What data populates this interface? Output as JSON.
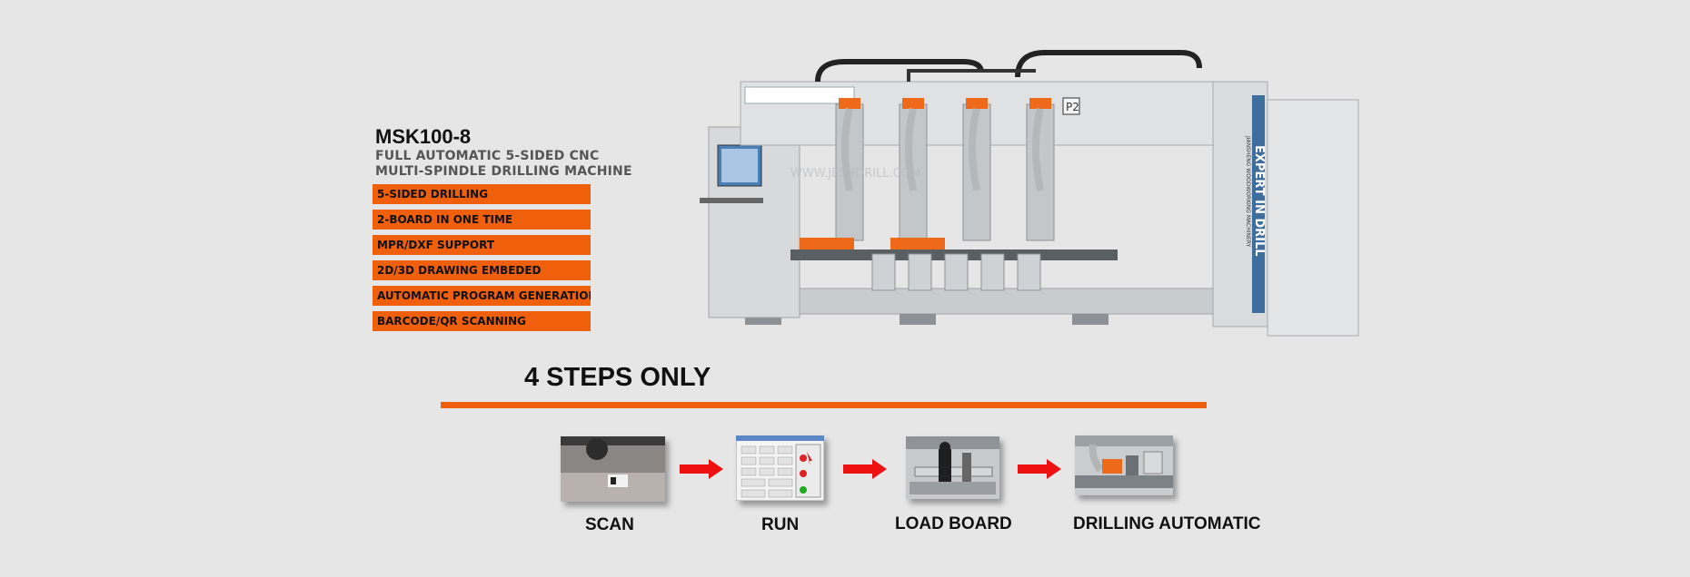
{
  "product": {
    "model": "MSK100-8",
    "subtitle": "FULL AUTOMATIC 5-SIDED CNC\nMULTI-SPINDLE DRILLING MACHINE"
  },
  "features": [
    "5-SIDED DRILLING",
    "2-BOARD IN ONE TIME",
    "MPR/DXF SUPPORT",
    "2D/3D DRAWING EMBEDED",
    "AUTOMATIC PROGRAM GENERATION",
    "BARCODE/QR SCANNING"
  ],
  "machine": {
    "badge": "P2",
    "side_text": "EXPERT IN DRILL",
    "side_small": "JIANSHENG WOODWORKING MACHINERY",
    "watermark": "WWW.JESHDRILL.COM"
  },
  "steps": {
    "heading": "4 STEPS ONLY",
    "items": [
      {
        "label": "SCAN",
        "icon": "barcode-scan-photo"
      },
      {
        "label": "RUN",
        "icon": "software-screen-photo"
      },
      {
        "label": "LOAD BOARD",
        "icon": "operator-loading-photo"
      },
      {
        "label": "DRILLING AUTOMATIC",
        "icon": "drilling-head-photo"
      }
    ]
  },
  "colors": {
    "accent": "#f0600c",
    "background": "#e6e6e6",
    "arrow": "#ee1111"
  }
}
